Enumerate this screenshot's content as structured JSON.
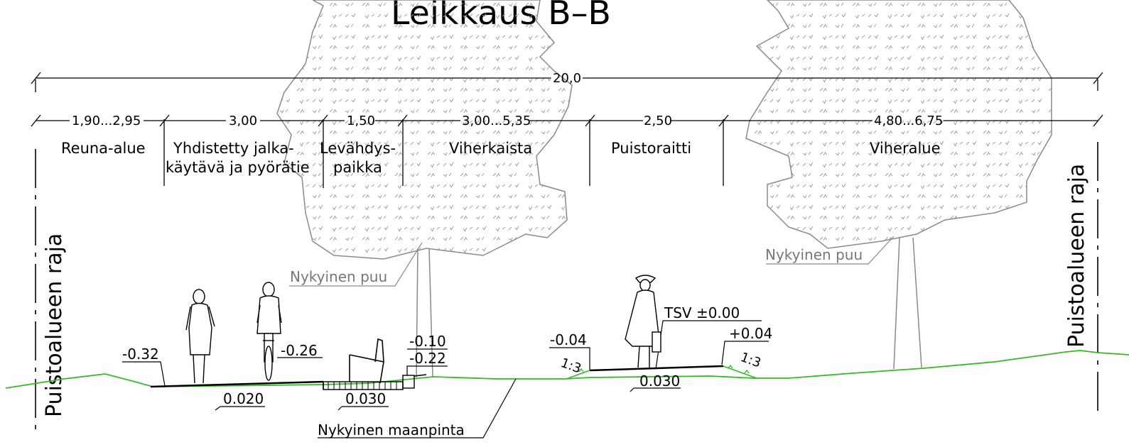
{
  "title": "Leikkaus B–B",
  "total_width": "20,0",
  "segments": [
    {
      "width": "1,90...2,95",
      "name": "Reuna-alue",
      "name2": ""
    },
    {
      "width": "3,00",
      "name": "Yhdistetty jalka-",
      "name2": "käytävä ja pyörätie"
    },
    {
      "width": "1,50",
      "name": "Levähdys-",
      "name2": "paikka"
    },
    {
      "width": "3,00...5,35",
      "name": "Viherkaista",
      "name2": ""
    },
    {
      "width": "2,50",
      "name": "Puistoraitti",
      "name2": ""
    },
    {
      "width": "4,80...6,75",
      "name": "Viheralue",
      "name2": ""
    }
  ],
  "boundary_left": "Puistoalueen raja",
  "boundary_right": "Puistoalueen raja",
  "tree_left_label": "Nykyinen puu",
  "tree_right_label": "Nykyinen puu",
  "ground_label": "Nykyinen maanpinta",
  "levels": {
    "l1": "-0.32",
    "l2": "-0.26",
    "l3": "-0.10",
    "l4": "-0.22",
    "l5": "-0.04",
    "l6": "+0.04",
    "tsv": "TSV  ±0.00"
  },
  "slopes": {
    "s1": "0.020",
    "s2": "0.030",
    "s3": "0.030",
    "r1": "1:3",
    "r2": "1:3"
  },
  "colors": {
    "ground": "#33bb22",
    "tree": "#8a8a8a",
    "line": "#000000"
  }
}
